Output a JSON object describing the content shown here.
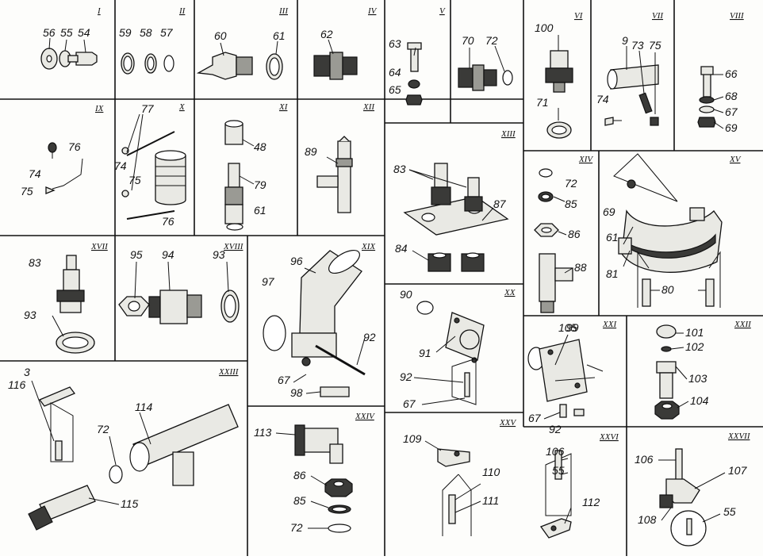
{
  "panels": [
    {
      "id": "I",
      "labels": [
        "56",
        "55",
        "54"
      ]
    },
    {
      "id": "II",
      "labels": [
        "59",
        "58",
        "57"
      ]
    },
    {
      "id": "III",
      "labels": [
        "60",
        "61"
      ]
    },
    {
      "id": "IV",
      "labels": [
        "62"
      ]
    },
    {
      "id": "V",
      "labels": [
        "63",
        "64",
        "65",
        "70",
        "72"
      ]
    },
    {
      "id": "VI",
      "labels": [
        "100",
        "71"
      ]
    },
    {
      "id": "VII",
      "labels": [
        "9",
        "73",
        "75",
        "74"
      ]
    },
    {
      "id": "VIII",
      "labels": [
        "66",
        "68",
        "67",
        "69"
      ]
    },
    {
      "id": "IX",
      "labels": [
        "76",
        "74",
        "75"
      ]
    },
    {
      "id": "X",
      "labels": [
        "77",
        "74",
        "75",
        "76"
      ]
    },
    {
      "id": "XI",
      "labels": [
        "48",
        "79",
        "61"
      ]
    },
    {
      "id": "XII",
      "labels": [
        "89"
      ]
    },
    {
      "id": "XIII",
      "labels": [
        "83",
        "87",
        "84"
      ]
    },
    {
      "id": "XIV",
      "labels": [
        "72",
        "85",
        "86",
        "88"
      ]
    },
    {
      "id": "XV",
      "labels": [
        "69",
        "61",
        "81",
        "80"
      ]
    },
    {
      "id": "XVII",
      "labels": [
        "83",
        "93"
      ]
    },
    {
      "id": "XVIII",
      "labels": [
        "95",
        "94",
        "93"
      ]
    },
    {
      "id": "XIX",
      "labels": [
        "96",
        "97",
        "92",
        "67",
        "98"
      ]
    },
    {
      "id": "XX",
      "labels": [
        "90",
        "91",
        "92",
        "67"
      ]
    },
    {
      "id": "XXI",
      "labels": [
        "105",
        "99",
        "67",
        "92"
      ]
    },
    {
      "id": "XXII",
      "labels": [
        "101",
        "102",
        "103",
        "104"
      ]
    },
    {
      "id": "XXIII",
      "labels": [
        "3",
        "116",
        "114",
        "72",
        "115"
      ]
    },
    {
      "id": "XXIV",
      "labels": [
        "113",
        "86",
        "85",
        "72"
      ]
    },
    {
      "id": "XXV",
      "labels": [
        "109",
        "110",
        "111"
      ]
    },
    {
      "id": "XXVI",
      "labels": [
        "106",
        "55",
        "112"
      ]
    },
    {
      "id": "XXVII",
      "labels": [
        "106",
        "107",
        "108",
        "55"
      ]
    }
  ]
}
